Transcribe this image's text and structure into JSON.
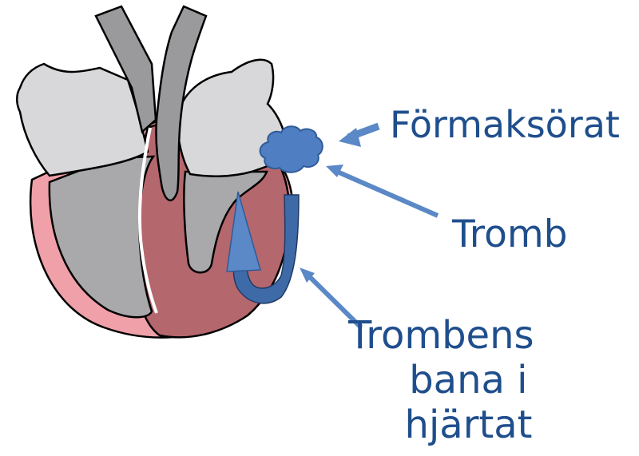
{
  "labels": {
    "atrial_appendage": "Förmaksörat",
    "thrombus": "Tromb",
    "thrombus_path": [
      "Trombens",
      "bana i",
      "hjärtat"
    ]
  },
  "colors": {
    "text": "#1f4e8c",
    "arrow": "#5b88c6",
    "clot_fill": "#4f7fc2",
    "clot_stroke": "#2f5b99",
    "myocardium": "#b5676e",
    "epicardium": "#f0a0a8",
    "chamber": "#a9a9ab",
    "atrium": "#d8d8da",
    "vessel": "#9a9a9c",
    "outline": "#000000"
  },
  "icons": [
    "pointer-arrow",
    "curved-path-arrow",
    "clot-cloud"
  ]
}
